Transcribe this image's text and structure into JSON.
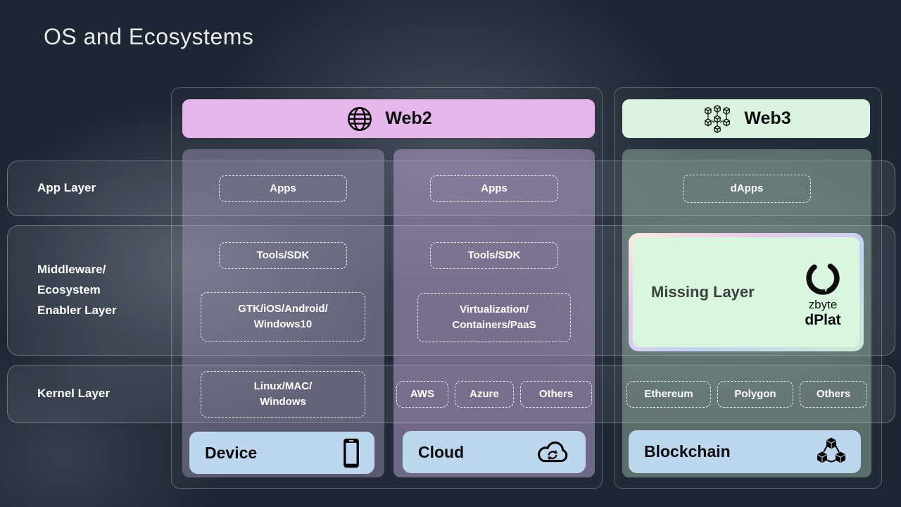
{
  "title": "OS and Ecosystems",
  "bands": [
    {
      "label": "App Layer"
    },
    {
      "label": "Middleware/\nEcosystem\nEnabler Layer"
    },
    {
      "label": "Kernel Layer"
    }
  ],
  "groups": {
    "web2": {
      "label": "Web2",
      "icon": "globe-icon",
      "banner_color": "#e6b5ea"
    },
    "web3": {
      "label": "Web3",
      "icon": "network-cubes-icon",
      "banner_color": "#d9f3de"
    }
  },
  "columns": {
    "device": {
      "apps": "Apps",
      "tools": "Tools/SDK",
      "middleware": "GTK/iOS/Android/\nWindows10",
      "kernel": "Linux/MAC/\nWindows",
      "footer": {
        "label": "Device",
        "icon": "smartphone-icon"
      }
    },
    "cloud": {
      "apps": "Apps",
      "tools": "Tools/SDK",
      "middleware": "Virtualization/\nContainers/PaaS",
      "kernel": [
        "AWS",
        "Azure",
        "Others"
      ],
      "footer": {
        "label": "Cloud",
        "icon": "cloud-sync-icon"
      }
    },
    "blockchain": {
      "apps": "dApps",
      "missing": {
        "label": "Missing Layer",
        "brand": "zbyte",
        "product": "dPlat"
      },
      "kernel": [
        "Ethereum",
        "Polygon",
        "Others"
      ],
      "footer": {
        "label": "Blockchain",
        "icon": "blockchain-cubes-icon"
      }
    }
  },
  "colors": {
    "background": "#1d2633",
    "web2_banner": "#e6b5ea",
    "web3_banner": "#d9f3de",
    "footer_blue": "#bdd7ee",
    "missing_fill": "#d9f7df"
  }
}
